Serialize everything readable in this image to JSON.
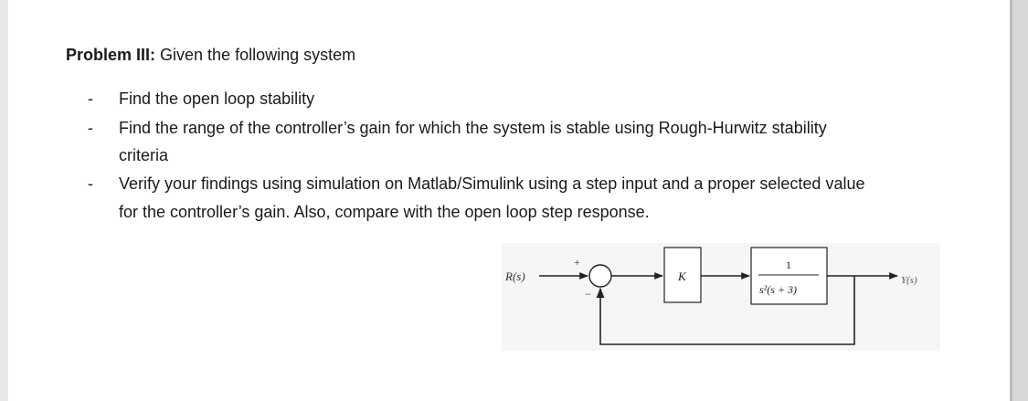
{
  "problem": {
    "heading": "Problem III:",
    "intro": "Given the following system"
  },
  "tasks": [
    {
      "bullet": "-",
      "lines": [
        "Find the open loop stability"
      ]
    },
    {
      "bullet": "-",
      "lines": [
        "Find the range of the controller’s gain for which the system is stable using Rough-Hurwitz stability",
        "criteria"
      ]
    },
    {
      "bullet": "-",
      "lines": [
        "Verify your findings using simulation on Matlab/Simulink using a step input and a proper selected value",
        "for the controller’s gain. Also, compare with the open loop step response."
      ]
    }
  ],
  "diagram": {
    "input_label": "R(s)",
    "plus_sign": "+",
    "minus_sign": "−",
    "gain_label": "K",
    "plant_numerator": "1",
    "plant_denominator": "s²(s + 3)",
    "output_label": "Y(s)"
  }
}
